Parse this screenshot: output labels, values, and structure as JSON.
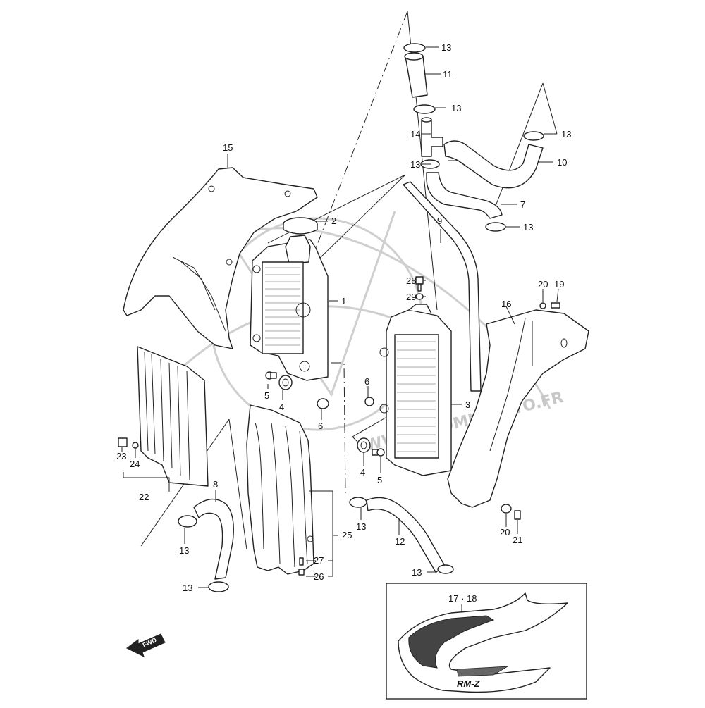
{
  "watermark": "WWW.ATOMICMOTO.FR",
  "fwd_label": "FWD",
  "inset": {
    "label": "17 · 18",
    "model": "RM-Z"
  },
  "callouts": {
    "c1": "1",
    "c2": "2",
    "c3": "3",
    "c4a": "4",
    "c4b": "4",
    "c5a": "5",
    "c5b": "5",
    "c6a": "6",
    "c6b": "6",
    "c7": "7",
    "c8": "8",
    "c9": "9",
    "c10": "10",
    "c11": "11",
    "c12": "12",
    "c13a": "13",
    "c13b": "13",
    "c13c": "13",
    "c13d": "13",
    "c13e": "13",
    "c13f": "13",
    "c13g": "13",
    "c13h": "13",
    "c13i": "13",
    "c14": "14",
    "c15": "15",
    "c16": "16",
    "c19": "19",
    "c20a": "20",
    "c20b": "20",
    "c21": "21",
    "c22": "22",
    "c23": "23",
    "c24": "24",
    "c25": "25",
    "c26": "26",
    "c27": "27",
    "c28": "28",
    "c29": "29"
  }
}
